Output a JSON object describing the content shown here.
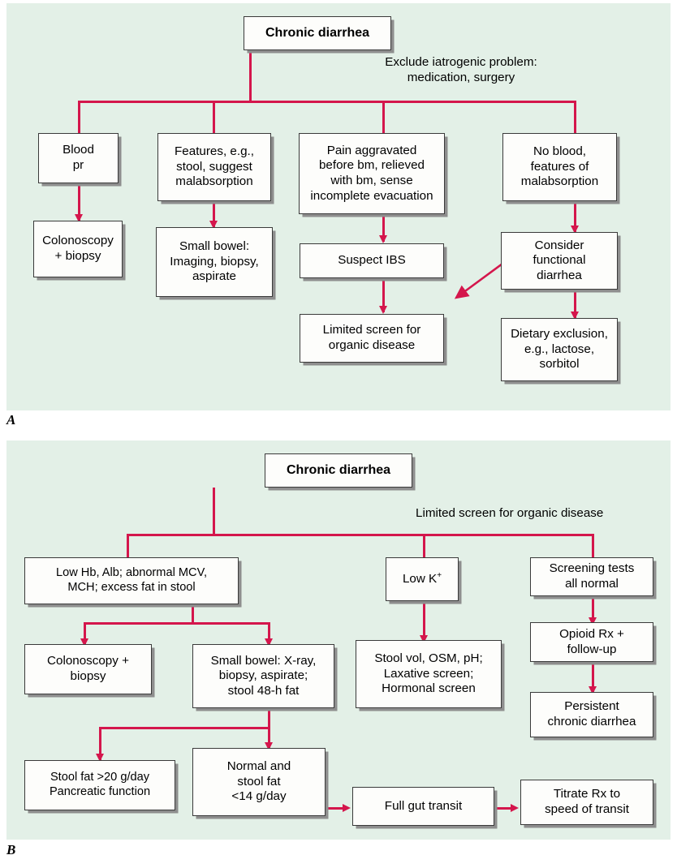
{
  "figure": {
    "background_color": "#e3f0e7",
    "box_fill": "#fdfdfb",
    "box_border": "#3a3a3a",
    "connector_color": "#d4164c"
  },
  "panel_a": {
    "label": "A",
    "title_box": "Chronic diarrhea",
    "caption_exclude": "Exclude iatrogenic problem:\nmedication, surgery",
    "boxes": {
      "blood_pr": "Blood\npr",
      "features_malabsorption": "Features, e.g.,\nstool, suggest\nmalabsorption",
      "pain_aggravated": "Pain aggravated\nbefore bm, relieved\nwith bm, sense\nincomplete evacuation",
      "no_blood": "No blood,\nfeatures of\nmalabsorption",
      "colonoscopy_biopsy": "Colonoscopy\n+ biopsy",
      "small_bowel": "Small bowel:\nImaging, biopsy,\naspirate",
      "suspect_ibs": "Suspect IBS",
      "consider_functional": "Consider\nfunctional\ndiarrhea",
      "limited_screen": "Limited screen for\norganic disease",
      "dietary_exclusion": "Dietary exclusion,\ne.g., lactose,\nsorbitol"
    }
  },
  "panel_b": {
    "label": "B",
    "title_box": "Chronic diarrhea",
    "caption_limited_screen": "Limited screen for organic disease",
    "boxes": {
      "low_hb_alb": "Low Hb, Alb; abnormal MCV,\nMCH; excess fat in stool",
      "low_k": "Low K",
      "low_k_superscript": "+",
      "screening_normal": "Screening tests\nall normal",
      "colonoscopy_biopsy": "Colonoscopy +\nbiopsy",
      "small_bowel_xray": "Small bowel: X-ray,\nbiopsy, aspirate;\nstool 48-h fat",
      "stool_vol_osm": "Stool vol, OSM, pH;\nLaxative screen;\nHormonal screen",
      "opioid_rx": "Opioid Rx +\nfollow-up",
      "persistent_diarrhea": "Persistent\nchronic diarrhea",
      "stool_fat_20": "Stool fat >20 g/day\nPancreatic function",
      "normal_stool_fat": "Normal and\nstool fat\n<14 g/day",
      "full_gut_transit": "Full gut transit",
      "titrate_rx": "Titrate Rx to\nspeed of transit"
    }
  }
}
